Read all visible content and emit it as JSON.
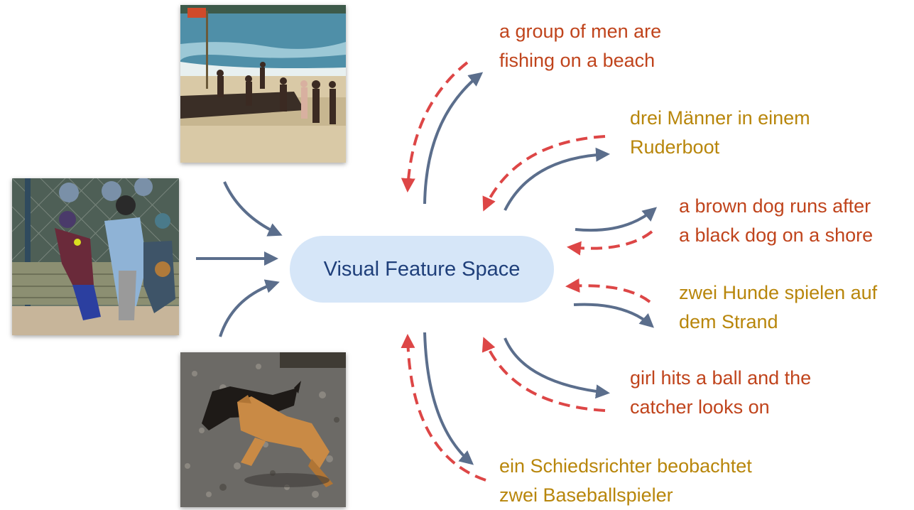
{
  "center": {
    "label": "Visual Feature Space"
  },
  "captions": [
    {
      "text": "a group of men are\nfishing on a beach",
      "lang": "en",
      "color": "#c0441c"
    },
    {
      "text": "drei Männer in einem\nRuderboot",
      "lang": "de",
      "color": "#b8860b"
    },
    {
      "text": "a brown dog runs after\na black dog on a shore",
      "lang": "en",
      "color": "#c0441c"
    },
    {
      "text": "zwei Hunde spielen auf\ndem Strand",
      "lang": "de",
      "color": "#b8860b"
    },
    {
      "text": "girl hits a ball and the\ncatcher looks on",
      "lang": "en",
      "color": "#c0441c"
    },
    {
      "text": "ein Schiedsrichter beobachtet\nzwei Baseballspieler",
      "lang": "de",
      "color": "#b8860b"
    }
  ],
  "images": [
    "beach-photo",
    "baseball-photo",
    "dogs-photo"
  ],
  "colors": {
    "solid_arrow": "#5b6e8c",
    "dashed_arrow": "#dd4646",
    "center_fill": "#d6e6f8",
    "center_text": "#1f3f7a"
  }
}
